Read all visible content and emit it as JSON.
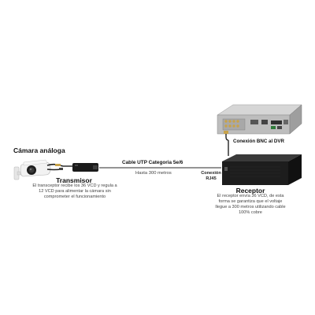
{
  "camera": {
    "title": "Cámara análoga"
  },
  "transmitter": {
    "title": "Transmisor",
    "description": [
      "El transceptor recibe los 36 VCD y regula a",
      "12 VCD para alimentar la cámara sin",
      "comprometer el funcionamiento"
    ]
  },
  "cable": {
    "title": "Cable UTP Categoria 5e/6",
    "distance": "Hasta 300 metros"
  },
  "rj45": {
    "line1": "Conexión",
    "line2": "RJ45"
  },
  "bnc": {
    "label": "Conexión BNC al DVR"
  },
  "receiver": {
    "title": "Receptor",
    "description": [
      "El receptor envía 36 VCD, de esta",
      "forma se garantiza que el voltaje",
      "llegue a 300 metros utilizando cable",
      "100% cobre"
    ]
  },
  "colors": {
    "device_dark": "#1c1c1c",
    "dvr_silver": "#b9b9b9",
    "camera_white": "#eeeeee",
    "bnc_gold": "#c8a34a"
  }
}
